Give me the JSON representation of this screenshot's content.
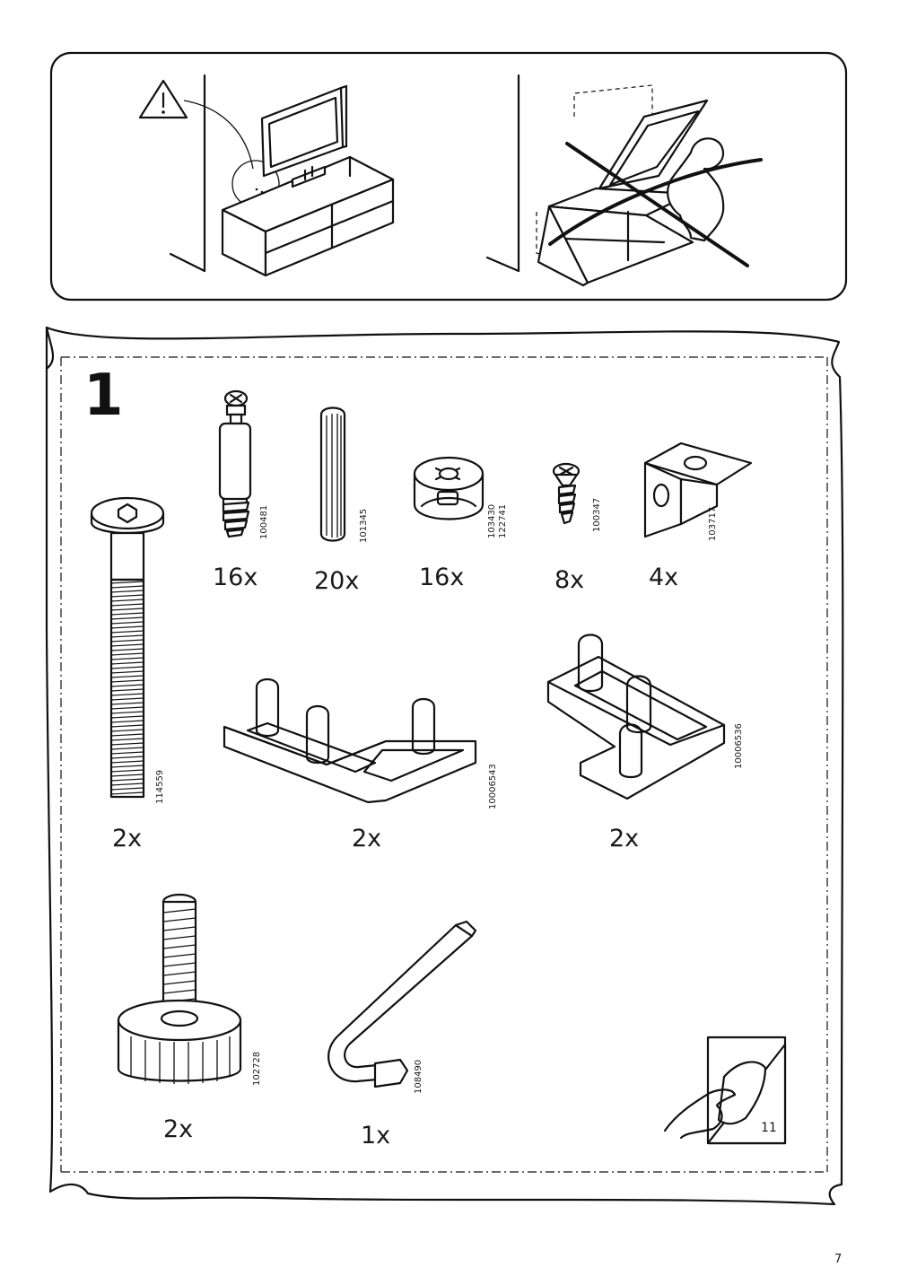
{
  "step": {
    "number": "1"
  },
  "parts": [
    {
      "id": "100481",
      "qty": "16x"
    },
    {
      "id": "101345",
      "qty": "20x"
    },
    {
      "id": "103430",
      "id2": "122741",
      "qty": "16x"
    },
    {
      "id": "100347",
      "qty": "8x"
    },
    {
      "id": "103717",
      "qty": "4x"
    },
    {
      "id": "114559",
      "qty": "2x"
    },
    {
      "id": "10006543",
      "qty": "2x"
    },
    {
      "id": "10006536",
      "qty": "2x"
    },
    {
      "id": "102728",
      "qty": "2x"
    },
    {
      "id": "108490",
      "qty": "1x"
    }
  ],
  "see_page": "11",
  "page_number": "7",
  "icons": [
    "warning-icon",
    "no-tipping-icon",
    "page-turn-icon"
  ]
}
